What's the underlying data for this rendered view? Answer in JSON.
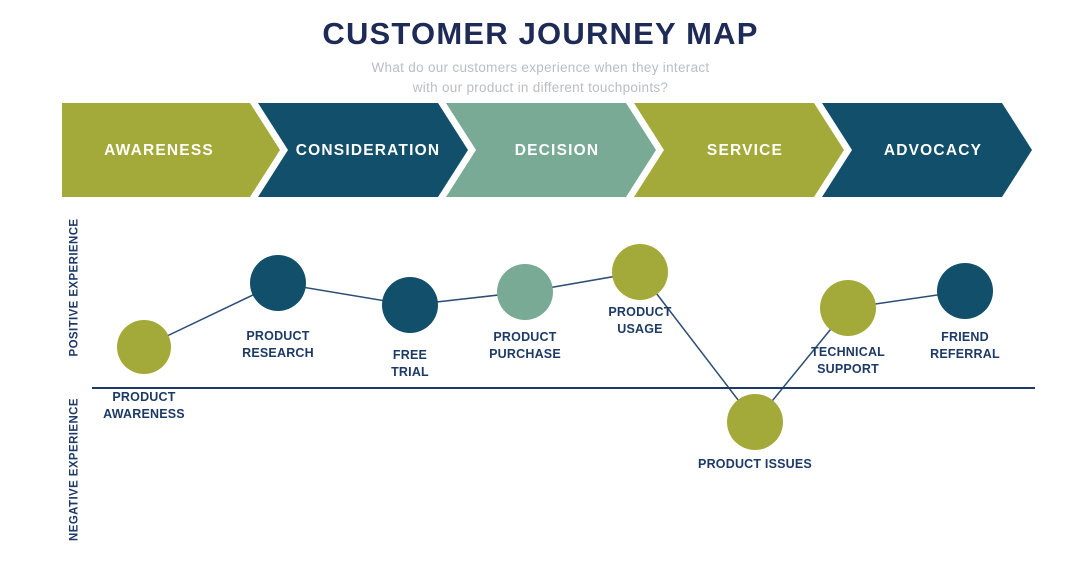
{
  "header": {
    "title": "CUSTOMER JOURNEY MAP",
    "subtitle": "What do our customers experience when they interact\nwith our product in different touchpoints?"
  },
  "palette": {
    "navy_title": "#1e2b57",
    "navy_label": "#1d3a66",
    "olive": "#a4aa39",
    "teal": "#114f6a",
    "sage": "#79aa96",
    "journey_line": "#2d4d75",
    "axis_line": "#1d3a66",
    "subtitle_gray": "#b9bdc4"
  },
  "stages": [
    {
      "label": "AWARENESS",
      "color": "#a4aa39"
    },
    {
      "label": "CONSIDERATION",
      "color": "#114f6a"
    },
    {
      "label": "DECISION",
      "color": "#79aa96"
    },
    {
      "label": "SERVICE",
      "color": "#a4aa39"
    },
    {
      "label": "ADVOCACY",
      "color": "#114f6a"
    }
  ],
  "axis": {
    "positive_label": "POSITIVE EXPERIENCE",
    "negative_label": "NEGATIVE EXPERIENCE"
  },
  "touchpoints": [
    {
      "label": "PRODUCT\nAWARENESS",
      "color": "#a4aa39",
      "stage": "AWARENESS",
      "experience": "positive"
    },
    {
      "label": "PRODUCT\nRESEARCH",
      "color": "#114f6a",
      "stage": "CONSIDERATION",
      "experience": "positive"
    },
    {
      "label": "FREE\nTRIAL",
      "color": "#114f6a",
      "stage": "CONSIDERATION",
      "experience": "positive"
    },
    {
      "label": "PRODUCT\nPURCHASE",
      "color": "#79aa96",
      "stage": "DECISION",
      "experience": "positive"
    },
    {
      "label": "PRODUCT\nUSAGE",
      "color": "#a4aa39",
      "stage": "DECISION",
      "experience": "positive"
    },
    {
      "label": "PRODUCT ISSUES",
      "color": "#a4aa39",
      "stage": "SERVICE",
      "experience": "negative"
    },
    {
      "label": "TECHNICAL\nSUPPORT",
      "color": "#a4aa39",
      "stage": "SERVICE",
      "experience": "positive"
    },
    {
      "label": "FRIEND\nREFERRAL",
      "color": "#114f6a",
      "stage": "ADVOCACY",
      "experience": "positive"
    }
  ]
}
